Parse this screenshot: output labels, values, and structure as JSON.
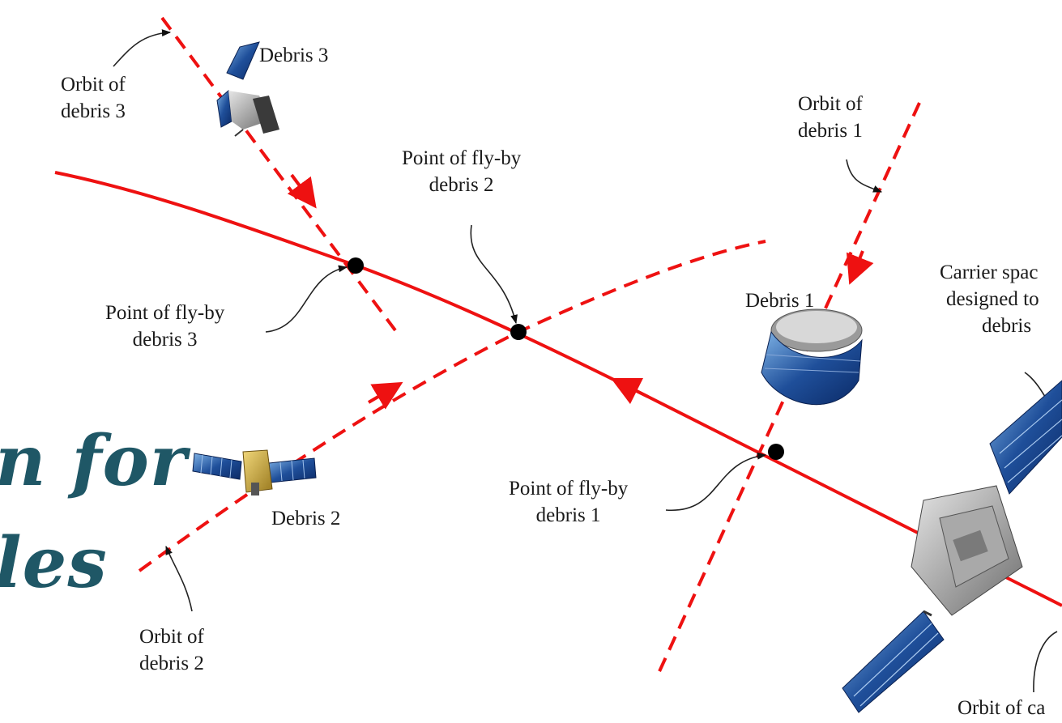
{
  "labels": {
    "orbit_debris3": [
      "Orbit of",
      "debris 3"
    ],
    "debris3": "Debris 3",
    "flyby_debris2": [
      "Point of fly-by",
      "debris 2"
    ],
    "orbit_debris1": [
      "Orbit of",
      "debris 1"
    ],
    "carrier": [
      "Carrier spac",
      "designed to",
      "debris"
    ],
    "flyby_debris3": [
      "Point of fly-by",
      "debris 3"
    ],
    "debris1": "Debris 1",
    "flyby_debris1": [
      "Point of fly-by",
      "debris 1"
    ],
    "debris2": "Debris 2",
    "orbit_debris2": [
      "Orbit of",
      "debris 2"
    ],
    "orbit_carrier": "Orbit of ca"
  },
  "overlay_text": [
    "n for",
    "les"
  ],
  "colors": {
    "orbit": "#ee1111",
    "point": "#000000",
    "overlay": "#1f5766"
  }
}
